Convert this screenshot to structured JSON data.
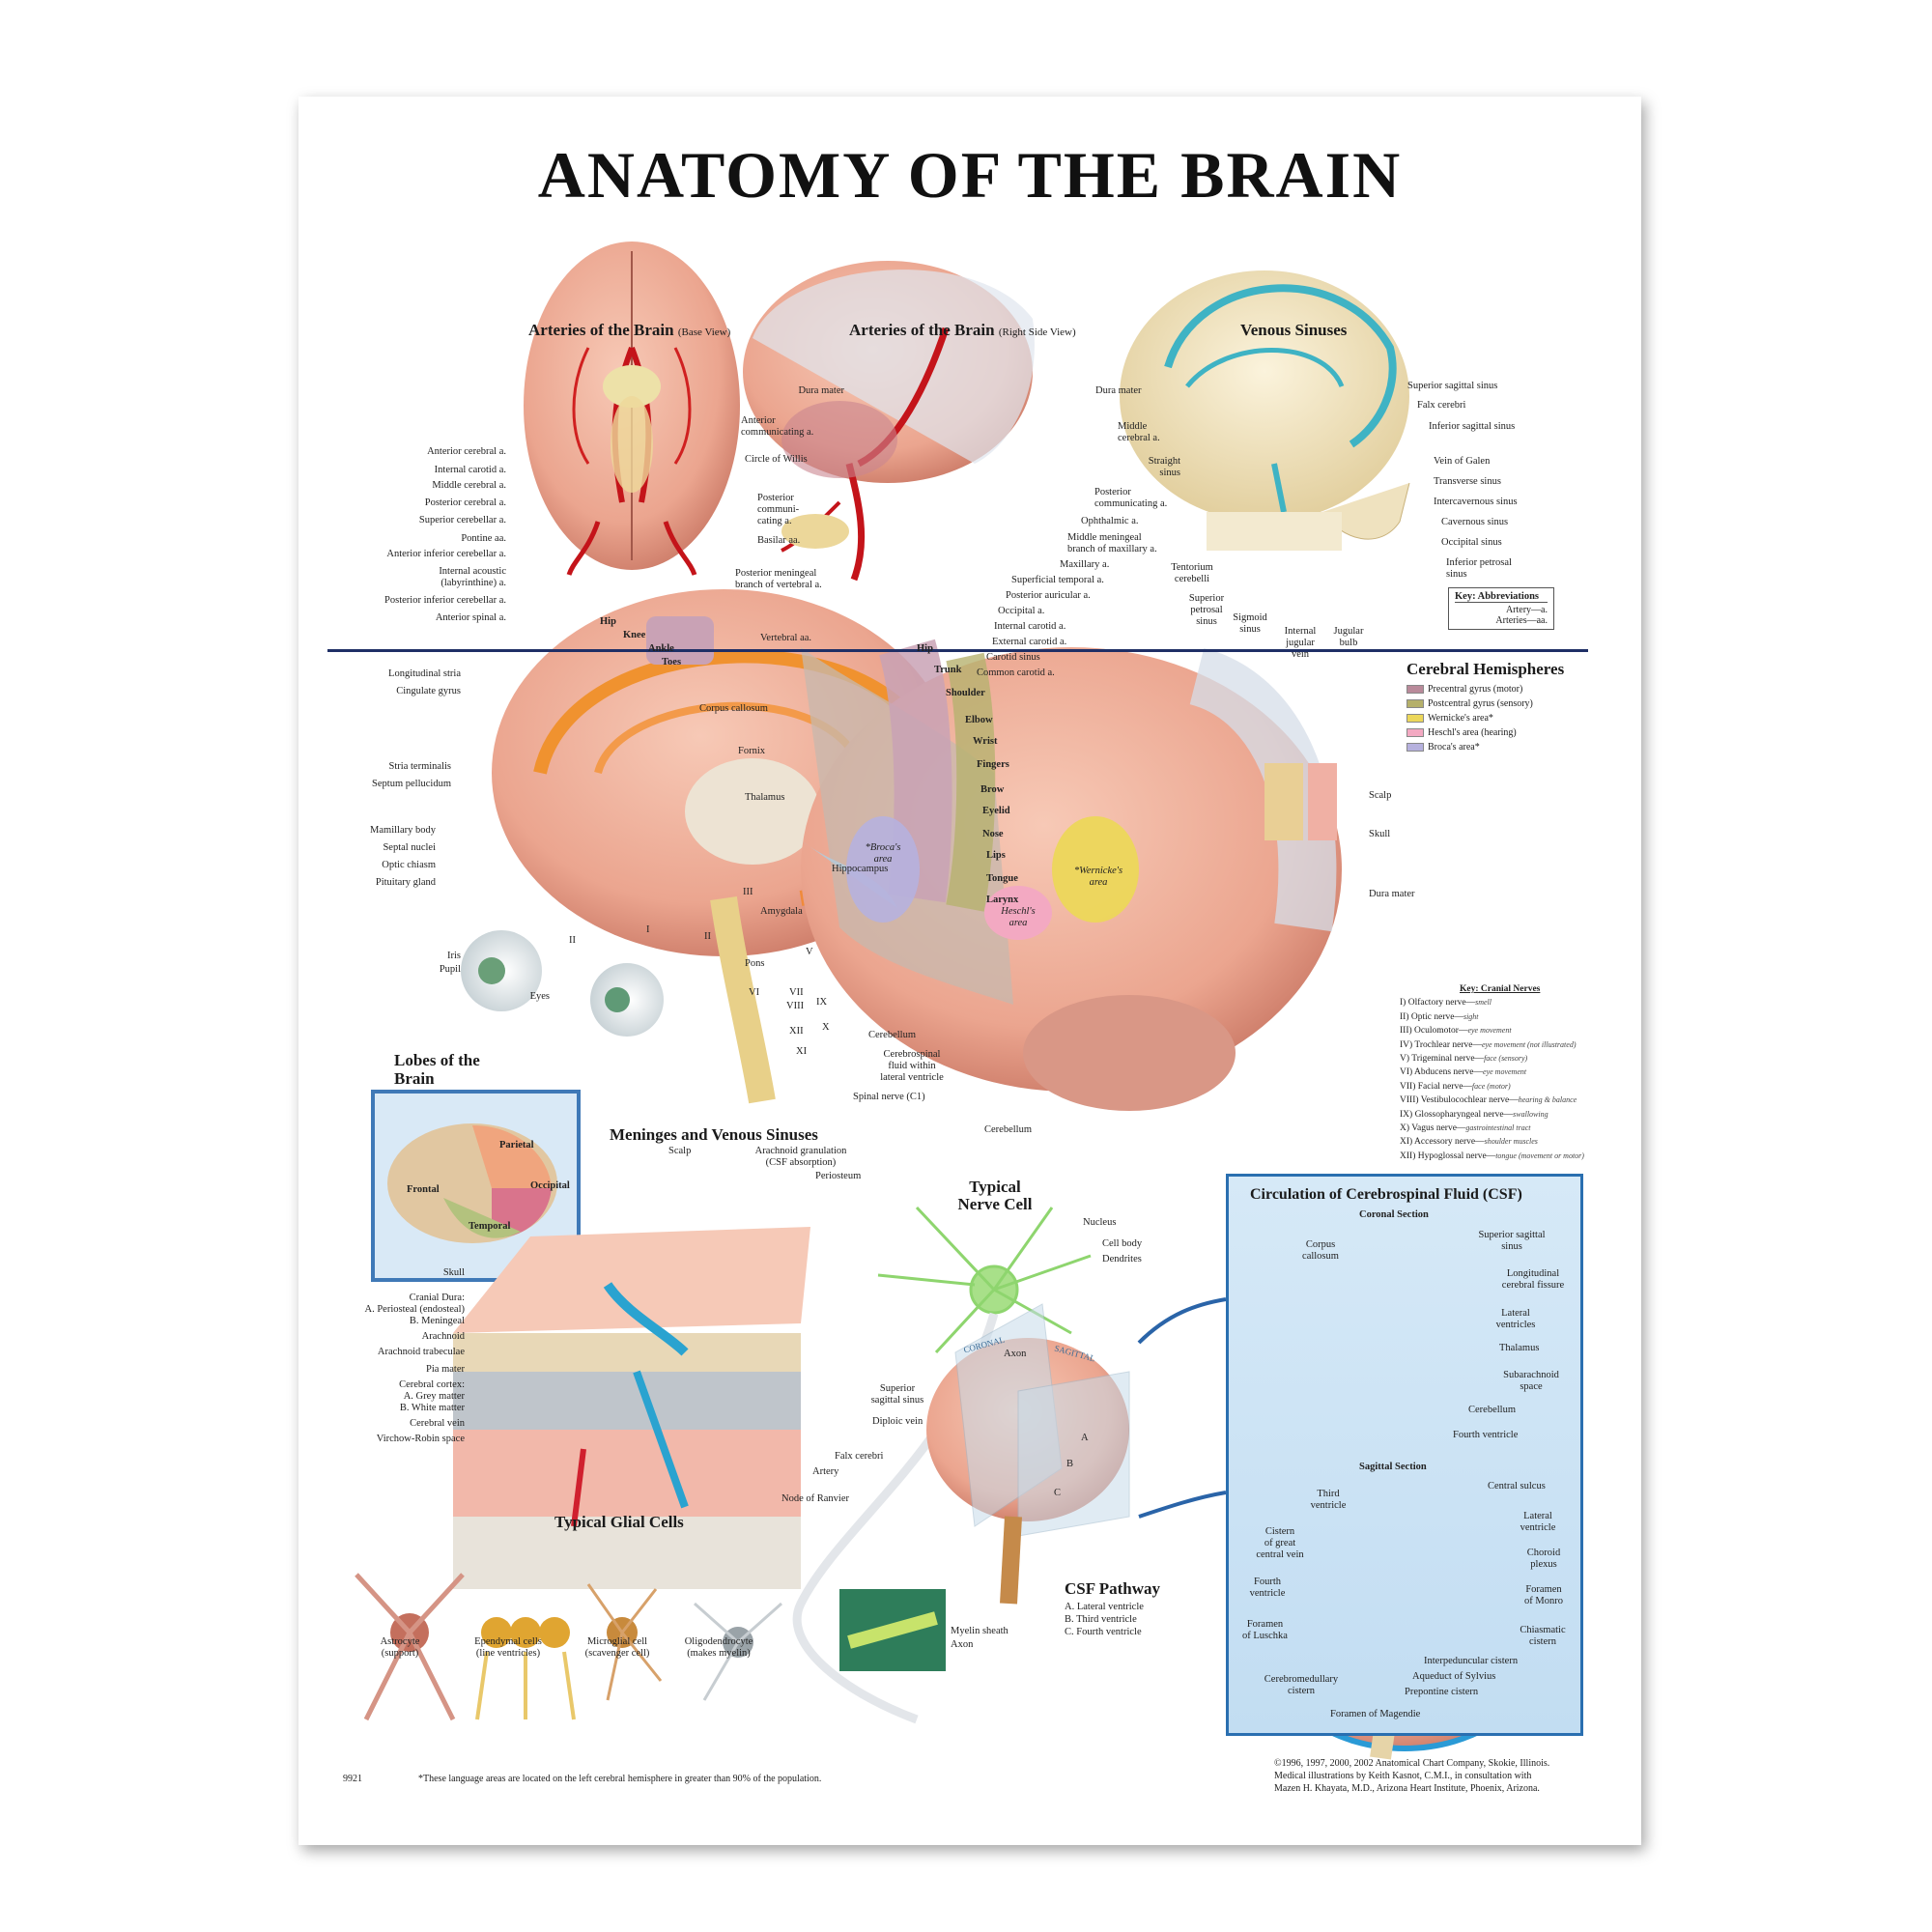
{
  "title": "ANATOMY OF THE BRAIN",
  "sections": {
    "arteries_base": {
      "title": "Arteries of the Brain",
      "sub": "(Base View)"
    },
    "arteries_side": {
      "title": "Arteries of the Brain",
      "sub": "(Right Side View)"
    },
    "venous": {
      "title": "Venous Sinuses"
    },
    "hemispheres": {
      "title": "Cerebral Hemispheres"
    },
    "lobes": {
      "title": "Lobes of the Brain"
    },
    "meninges": {
      "title": "Meninges and Venous Sinuses"
    },
    "nerve_cell": {
      "title": "Typical Nerve Cell"
    },
    "glial": {
      "title": "Typical Glial Cells"
    },
    "csf": {
      "title": "Circulation of Cerebrospinal Fluid (CSF)",
      "coronal": "Coronal Section",
      "sagittal": "Sagittal Section"
    },
    "csf_pathway": {
      "title": "CSF Pathway",
      "a": "A.  Lateral ventricle",
      "b": "B.  Third ventricle",
      "c": "C.  Fourth ventricle"
    }
  },
  "labels": {
    "base_left": [
      "Anterior cerebral a.",
      "Internal carotid a.",
      "Middle cerebral a.",
      "Posterior cerebral a.",
      "Superior cerebellar a.",
      "Pontine aa.",
      "Anterior inferior cerebellar a.",
      "Internal acoustic",
      "(labyrinthine) a.",
      "Posterior inferior cerebellar a.",
      "Anterior spinal a."
    ],
    "base_right": [
      "Anterior",
      "communicating a.",
      "Circle of Willis",
      "Posterior",
      "communi-",
      "cating a.",
      "Basilar aa.",
      "Posterior meningeal",
      "branch of vertebral a.",
      "Vertebral aa."
    ],
    "side_right": [
      "Dura mater",
      "Dura mater",
      "Middle",
      "cerebral a.",
      "Posterior",
      "communicating a.",
      "Ophthalmic a.",
      "Middle meningeal",
      "branch of maxillary a.",
      "Maxillary a.",
      "Superficial temporal a.",
      "Posterior auricular a.",
      "Occipital a.",
      "Internal carotid a.",
      "External carotid a.",
      "Carotid sinus",
      "Common carotid a."
    ],
    "venous_right": [
      "Superior sagittal sinus",
      "Falx cerebri",
      "Inferior sagittal sinus",
      "Vein of Galen",
      "Transverse sinus",
      "Intercavernous sinus",
      "Cavernous sinus",
      "Occipital sinus",
      "Inferior petrosal",
      "sinus"
    ],
    "venous_left": [
      "Straight",
      "sinus",
      "Tentorium",
      "cerebelli",
      "Superior",
      "petrosal",
      "sinus",
      "Sigmoid",
      "sinus",
      "Internal",
      "jugular",
      "vein",
      "Jugular",
      "bulb"
    ],
    "mid_left": [
      "Longitudinal stria",
      "Cingulate gyrus",
      "Stria terminalis",
      "Septum pellucidum",
      "Mamillary body",
      "Septal nuclei",
      "Optic chiasm",
      "Pituitary gland",
      "Iris",
      "Pupil",
      "Eyes"
    ],
    "mid_inner": [
      "Corpus callosum",
      "Fornix",
      "Thalamus",
      "Hippocampus",
      "Amygdala",
      "Pons",
      "Cerebellum",
      "Cerebrospinal",
      "fluid within",
      "lateral ventricle",
      "Spinal nerve (C1)"
    ],
    "homunculus": [
      "Hip",
      "Knee",
      "Ankle",
      "Toes",
      "Hip",
      "Trunk",
      "Shoulder",
      "Elbow",
      "Wrist",
      "Fingers",
      "Brow",
      "Eyelid",
      "Nose",
      "Lips",
      "Tongue",
      "Larynx"
    ],
    "areas": [
      "*Broca's",
      "area",
      "*Wernicke's",
      "area",
      "Heschl's",
      "area"
    ],
    "right_side": [
      "Scalp",
      "Skull",
      "Dura mater",
      "Cerebellum"
    ],
    "roman": [
      "I",
      "II",
      "II",
      "III",
      "V",
      "VI",
      "VII",
      "VIII",
      "IX",
      "X",
      "XI",
      "XII"
    ],
    "lobes": [
      "Parietal",
      "Frontal",
      "Occipital",
      "Temporal"
    ],
    "meninges_top": [
      "Scalp",
      "Arachnoid granulation",
      "(CSF absorption)",
      "Periosteum"
    ],
    "meninges_left": [
      "Skull",
      "Cranial Dura:",
      "A. Periosteal (endosteal)",
      "B. Meningeal",
      "Arachnoid",
      "Arachnoid trabeculae",
      "Pia mater",
      "Cerebral cortex:",
      "A. Grey matter",
      "B. White matter",
      "Cerebral vein",
      "Virchow-Robin space"
    ],
    "meninges_right": [
      "Superior",
      "sagittal sinus",
      "Diploic vein",
      "Falx cerebri",
      "Artery"
    ],
    "nerve": [
      "Nucleus",
      "Cell body",
      "Dendrites",
      "Axon",
      "Node of Ranvier",
      "Myelin sheath",
      "Axon"
    ],
    "glia": [
      "Astrocyte",
      "(support)",
      "Ependymal cells",
      "(line ventricles)",
      "Microglial cell",
      "(scavenger cell)",
      "Oligodendrocyte",
      "(makes myelin)"
    ],
    "csf_coronal": [
      "Corpus",
      "callosum",
      "Superior sagittal",
      "sinus",
      "Longitudinal",
      "cerebral fissure",
      "Lateral",
      "ventricles",
      "Thalamus",
      "Subarachnoid",
      "space",
      "Cerebellum",
      "Fourth ventricle"
    ],
    "csf_sagittal": [
      "Third",
      "ventricle",
      "Cistern",
      "of great",
      "central vein",
      "Fourth",
      "ventricle",
      "Foramen",
      "of Luschka",
      "Cerebromedullary",
      "cistern",
      "Foramen of Magendie",
      "Central sulcus",
      "Lateral",
      "ventricle",
      "Choroid",
      "plexus",
      "Foramen",
      "of Monro",
      "Chiasmatic",
      "cistern",
      "Interpeduncular cistern",
      "Aqueduct of Sylvius",
      "Prepontine cistern"
    ],
    "planes": [
      "CORONAL",
      "SAGITTAL"
    ],
    "csf_abc": [
      "A",
      "B",
      "C"
    ]
  },
  "key_abbrev": {
    "title": "Key: Abbreviations",
    "rows": [
      "Artery—a.",
      "Arteries—aa."
    ]
  },
  "legend": [
    {
      "label": "Precentral gyrus (motor)",
      "color": "#b98a9a"
    },
    {
      "label": "Postcentral gyrus (sensory)",
      "color": "#b5b06a"
    },
    {
      "label": "Wernicke's area*",
      "color": "#ecd75a"
    },
    {
      "label": "Heschl's area (hearing)",
      "color": "#f3a9c2"
    },
    {
      "label": "Broca's area*",
      "color": "#b6b1de"
    }
  ],
  "key_nerves": {
    "title": "Key: Cranial Nerves",
    "rows": [
      {
        "n": "I)  Olfactory nerve—",
        "f": "smell"
      },
      {
        "n": "II)  Optic nerve—",
        "f": "sight"
      },
      {
        "n": "III)  Oculomotor—",
        "f": "eye movement"
      },
      {
        "n": "IV)  Trochlear nerve—",
        "f": "eye movement (not illustrated)"
      },
      {
        "n": "V)  Trigeminal nerve—",
        "f": "face (sensory)"
      },
      {
        "n": "VI)  Abducens nerve—",
        "f": "eye movement"
      },
      {
        "n": "VII)  Facial nerve—",
        "f": "face (motor)"
      },
      {
        "n": "VIII)  Vestibulocochlear nerve—",
        "f": "hearing & balance"
      },
      {
        "n": "IX)  Glossopharyngeal nerve—",
        "f": "swallowing"
      },
      {
        "n": "X)  Vagus nerve—",
        "f": "gastrointestinal tract"
      },
      {
        "n": "XI)  Accessory nerve—",
        "f": "shoulder muscles"
      },
      {
        "n": "XII)  Hypoglossal nerve—",
        "f": "tongue (movement or motor)"
      }
    ]
  },
  "footer": {
    "code": "9921",
    "note": "*These language areas are located on the left cerebral hemisphere in greater than 90% of the population.",
    "credit1": "©1996, 1997, 2000, 2002 Anatomical Chart Company, Skokie, Illinois.",
    "credit2": "Medical illustrations by Keith Kasnot, C.M.I., in consultation with",
    "credit3": "Mazen H. Khayata, M.D., Arizona Heart Institute, Phoenix, Arizona."
  }
}
